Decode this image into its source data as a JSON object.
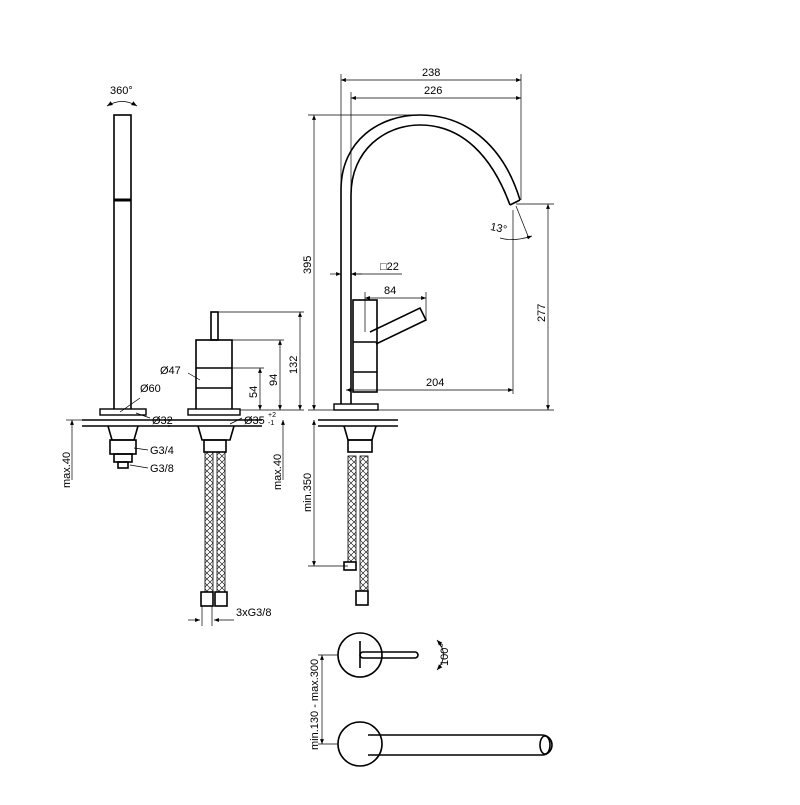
{
  "dimensions": {
    "rotation_spout": "360°",
    "d47": "Ø47",
    "d60": "Ø60",
    "d32": "Ø32",
    "g34": "G3/4",
    "g38": "G3/8",
    "max40_left": "max.40",
    "max40_mid": "max.40",
    "h54": "54",
    "h94": "94",
    "h132": "132",
    "d35": "Ø35",
    "d35_tol_upper": "+2",
    "d35_tol_lower": "-1",
    "hoses": "3xG3/8",
    "w238": "238",
    "w226": "226",
    "h395": "395",
    "sq22": "□22",
    "w84": "84",
    "w204": "204",
    "h277": "277",
    "angle13": "13°",
    "min350": "min.350",
    "range": "min.130 - max.300",
    "rotation_lever": "100°"
  }
}
